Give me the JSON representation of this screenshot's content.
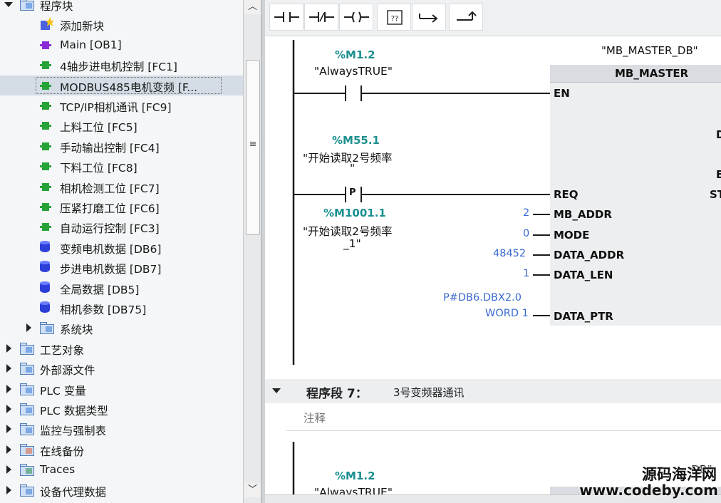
{
  "tree": {
    "items": [
      {
        "label": "程序块",
        "icon": "folder-icon",
        "level": 1,
        "expanded": true
      },
      {
        "label": "添加新块",
        "icon": "add-block-icon",
        "level": 2
      },
      {
        "label": "Main [OB1]",
        "icon": "ob-block-icon",
        "level": 2
      },
      {
        "label": "4轴步进电机控制 [FC1]",
        "icon": "fc-block-icon",
        "level": 2
      },
      {
        "label": "MODBUS485电机变频 [F...",
        "icon": "fc-block-icon",
        "level": 2,
        "selected": true
      },
      {
        "label": "TCP/IP相机通讯 [FC9]",
        "icon": "fc-block-icon",
        "level": 2
      },
      {
        "label": "上料工位 [FC5]",
        "icon": "fc-block-icon",
        "level": 2
      },
      {
        "label": "手动输出控制 [FC4]",
        "icon": "fc-block-icon",
        "level": 2
      },
      {
        "label": "下料工位 [FC8]",
        "icon": "fc-block-icon",
        "level": 2
      },
      {
        "label": "相机检测工位 [FC7]",
        "icon": "fc-block-icon",
        "level": 2
      },
      {
        "label": "压紧打磨工位 [FC6]",
        "icon": "fc-block-icon",
        "level": 2
      },
      {
        "label": "自动运行控制 [FC3]",
        "icon": "fc-block-icon",
        "level": 2
      },
      {
        "label": "变频电机数据 [DB6]",
        "icon": "db-block-icon",
        "level": 2
      },
      {
        "label": "步进电机数据 [DB7]",
        "icon": "db-block-icon",
        "level": 2
      },
      {
        "label": "全局数据 [DB5]",
        "icon": "db-block-icon",
        "level": 2
      },
      {
        "label": "相机参数 [DB75]",
        "icon": "db-block-icon",
        "level": 2
      },
      {
        "label": "系统块",
        "icon": "system-blocks-icon",
        "level": 2,
        "expandable": true
      },
      {
        "label": "工艺对象",
        "icon": "technology-objects-icon",
        "level": 1,
        "expandable": true
      },
      {
        "label": "外部源文件",
        "icon": "external-sources-icon",
        "level": 1,
        "expandable": true
      },
      {
        "label": "PLC 变量",
        "icon": "plc-tags-icon",
        "level": 1,
        "expandable": true
      },
      {
        "label": "PLC 数据类型",
        "icon": "plc-data-types-icon",
        "level": 1,
        "expandable": true
      },
      {
        "label": "监控与强制表",
        "icon": "watch-force-tables-icon",
        "level": 1,
        "expandable": true
      },
      {
        "label": "在线备份",
        "icon": "online-backups-icon",
        "level": 1,
        "expandable": true
      },
      {
        "label": "Traces",
        "icon": "traces-icon",
        "level": 1,
        "expandable": true
      },
      {
        "label": "设备代理数据",
        "icon": "device-proxy-icon",
        "level": 1,
        "expandable": true
      }
    ]
  },
  "toolbar": {
    "buttons": [
      {
        "name": "no-contact-icon"
      },
      {
        "name": "nc-contact-icon"
      },
      {
        "name": "coil-icon"
      },
      {
        "name": "empty-box-icon"
      },
      {
        "name": "open-branch-icon"
      },
      {
        "name": "close-branch-icon"
      }
    ]
  },
  "network6": {
    "instance_db_top": "\"MB_MASTER_DB\"",
    "block_title": "MB_MASTER",
    "contact1": {
      "address": "%M1.2",
      "name": "\"AlwaysTRUE\""
    },
    "contact2": {
      "address": "%M55.1",
      "name": "\"开始读取2号频率",
      "name_cont": "\"",
      "edge": "P"
    },
    "edge_memory": {
      "address": "%M1001.1",
      "name": "\"开始读取2号频率",
      "name_cont": "_1\""
    },
    "pins": {
      "en": "EN",
      "req": "REQ",
      "mb_addr": "MB_ADDR",
      "mode": "MODE",
      "data_addr": "DATA_ADDR",
      "data_len": "DATA_LEN",
      "data_ptr": "DATA_PTR"
    },
    "values": {
      "mb_addr": "2",
      "mode": "0",
      "data_addr": "48452",
      "data_len": "1",
      "data_ptr_line1": "P#DB6.DBX2.0",
      "data_ptr_line2": "WORD 1"
    },
    "right_edge_chars": {
      "a": "D",
      "b": "E",
      "c": "ST"
    }
  },
  "network7": {
    "title": "程序段 7：",
    "description": "3号变频器通讯",
    "comment_placeholder": "注释",
    "contact1": {
      "address": "%M1.2",
      "name": "\"AlwaysTRUE\""
    },
    "instance_db_suffix": "DB\""
  },
  "watermark": {
    "line1": "源码海洋网",
    "line2": "www.codeby.com"
  }
}
